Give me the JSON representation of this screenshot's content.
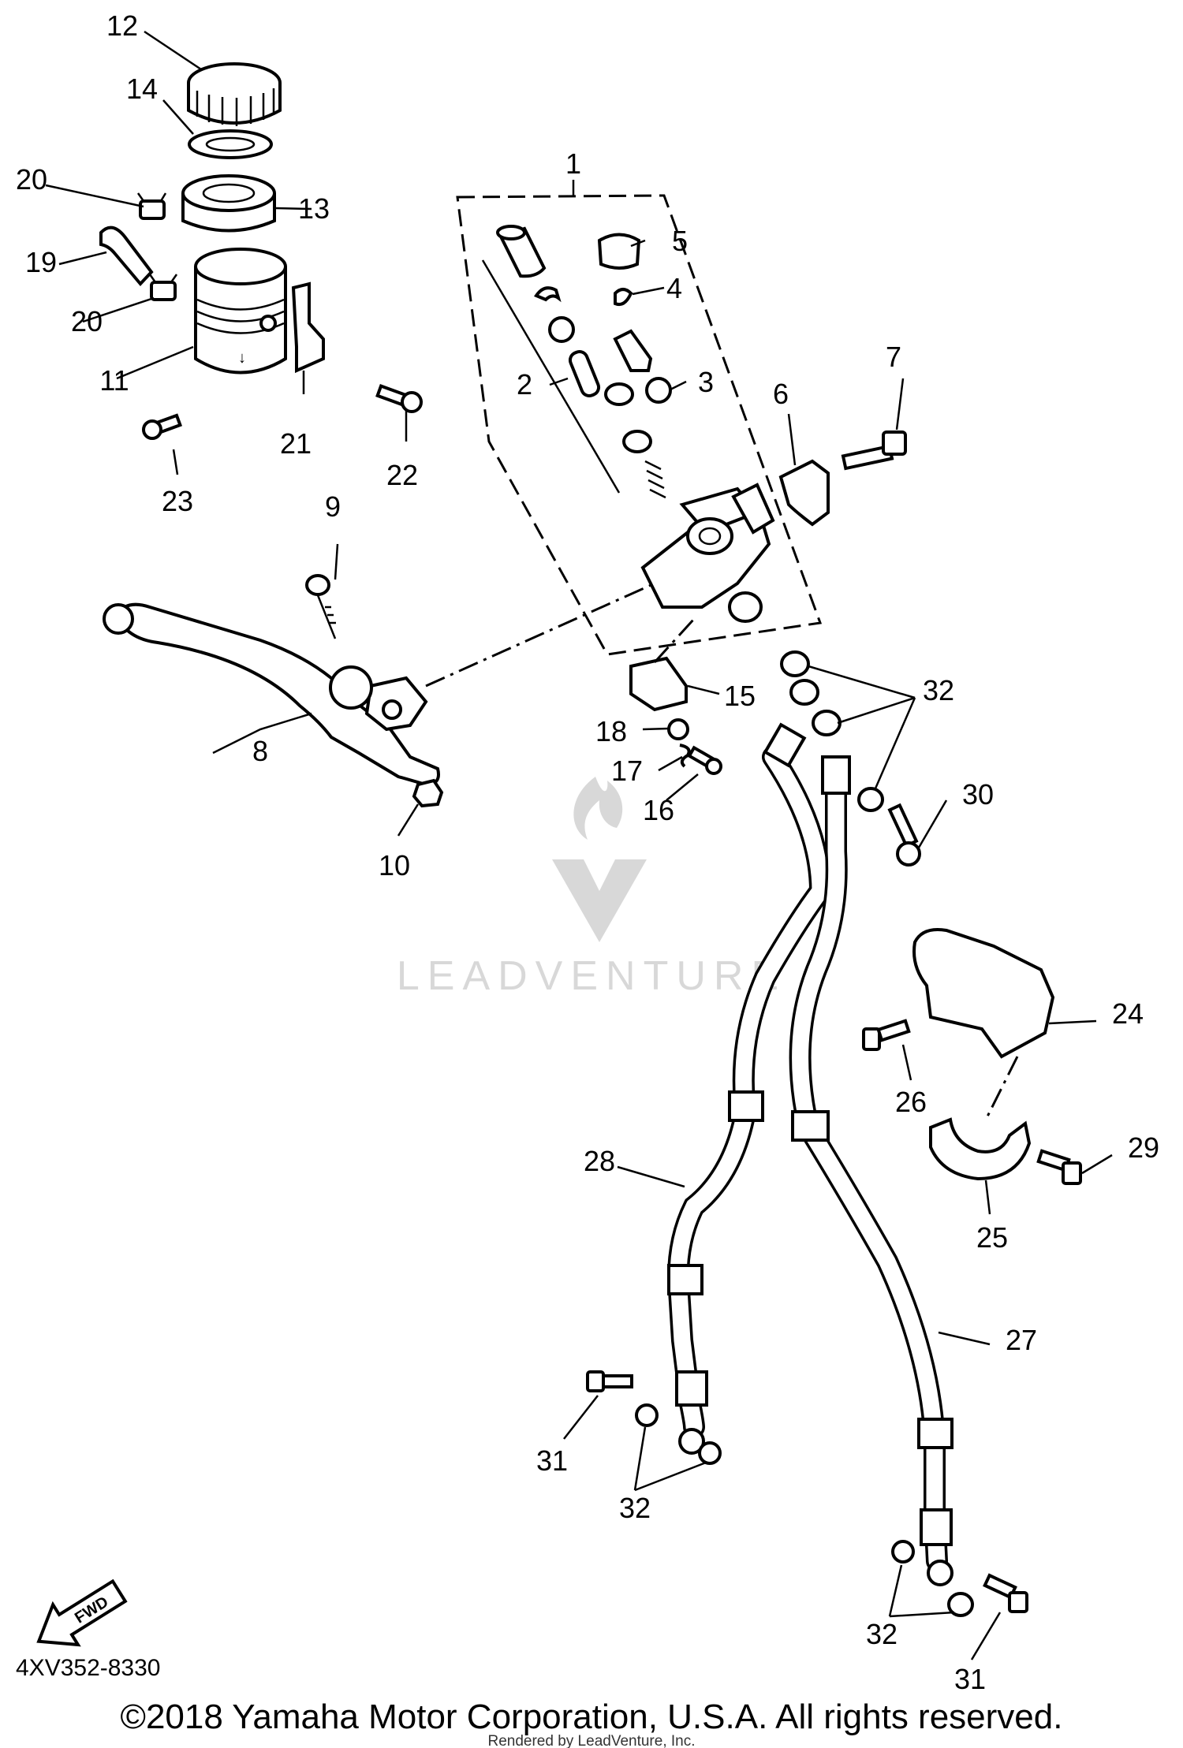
{
  "diagram_code": "4XV352-8330",
  "fwd_label": "FWD",
  "copyright": "©2018 Yamaha Motor Corporation, U.S.A. All rights reserved.",
  "rendered_by": "Rendered by LeadVenture, Inc.",
  "watermark": "LEADVENTURE",
  "callouts": {
    "c1": "1",
    "c2": "2",
    "c3": "3",
    "c4": "4",
    "c5": "5",
    "c6": "6",
    "c7": "7",
    "c8": "8",
    "c9": "9",
    "c10": "10",
    "c11": "11",
    "c12": "12",
    "c13": "13",
    "c14": "14",
    "c15": "15",
    "c16": "16",
    "c17": "17",
    "c18": "18",
    "c19": "19",
    "c20a": "20",
    "c20b": "20",
    "c21": "21",
    "c22": "22",
    "c23": "23",
    "c24": "24",
    "c25": "25",
    "c26": "26",
    "c27": "27",
    "c28": "28",
    "c29": "29",
    "c30": "30",
    "c31a": "31",
    "c31b": "31",
    "c32a": "32",
    "c32b": "32",
    "c32c": "32"
  }
}
